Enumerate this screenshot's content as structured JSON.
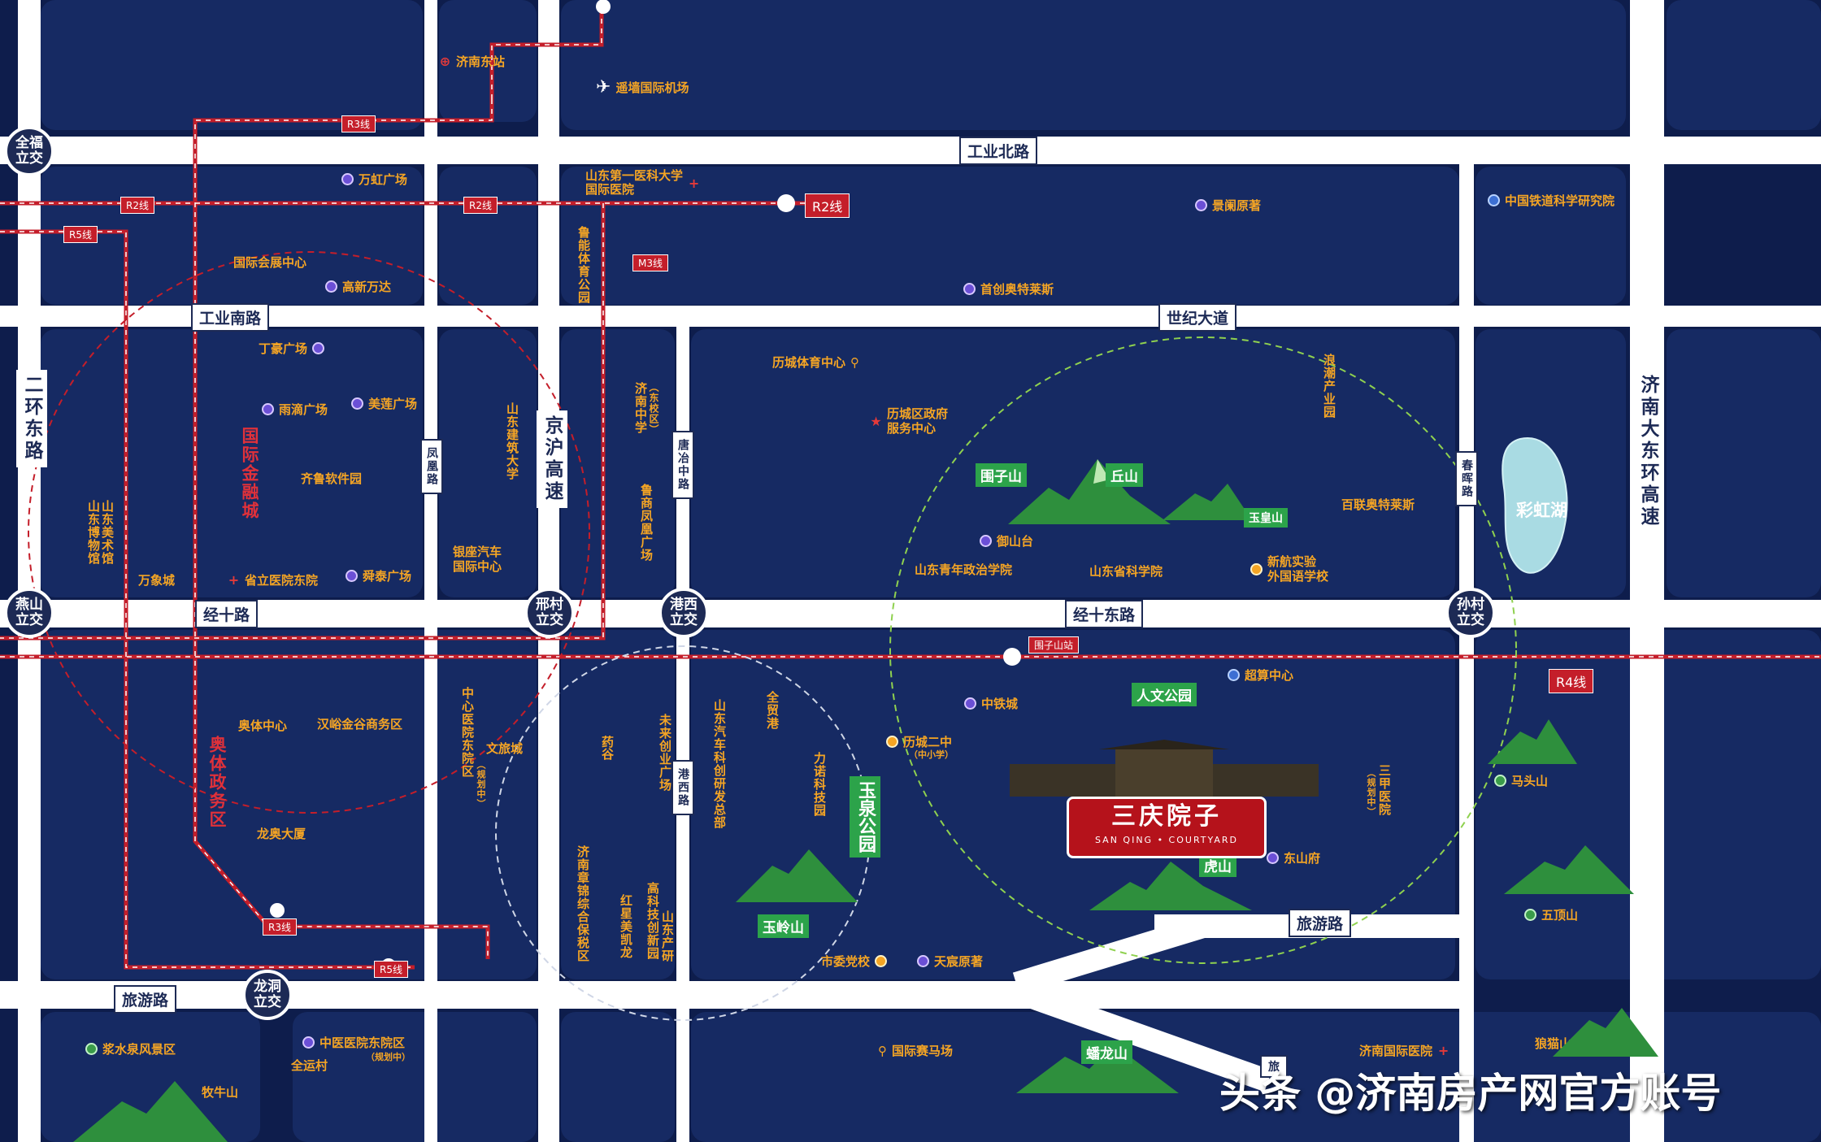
{
  "roads": {
    "gongye_bei": "工业北路",
    "gongye_nan": "工业南路",
    "shiji": "世纪大道",
    "jingshi": "经十路",
    "jingshi_dong": "经十东路",
    "lvyou_w": "旅游路",
    "lvyou_e": "旅游路",
    "lvyou_bottom": "旅",
    "erhuan_dong": "二环东路",
    "jinghu": "京沪高速",
    "jinan_dadong": "济南大东环高速",
    "fenghuang": "凤凰路",
    "tangzhi_zhong": "唐冶中路",
    "tangzhi_xi": "港西路",
    "chunhui": "春晖路"
  },
  "nodes": {
    "quanfu": "全福\n立交",
    "yanshan": "燕山\n立交",
    "xingcun": "邢村\n立交",
    "gangxi": "港西\n立交",
    "suncun": "孙村\n立交",
    "longdong": "龙洞\n立交"
  },
  "metro": {
    "r3_top": "R3线",
    "r2_a": "R2线",
    "r2_b": "R2线",
    "r2_main": "R2线",
    "r5_top": "R5线",
    "m3": "M3线",
    "r3_bottom": "R3线",
    "r5_bottom": "R5线",
    "weizishan": "围子山站",
    "r4": "R4线"
  },
  "pois": {
    "jinan_east": "济南东站",
    "airport": "遥墙国际机场",
    "wanhong": "万虹广场",
    "yida_hosp": "山东第一医科大学\n国际医院",
    "exhibition": "国际会展中心",
    "gaoxin_wanda": "高新万达",
    "dinghao": "丁豪广场",
    "yudi": "雨滴广场",
    "meilian": "美莲广场",
    "qilu_soft": "齐鲁软件园",
    "wanxiang": "万象城",
    "provincial_hosp": "省立医院东院",
    "shuntai": "舜泰广场",
    "yinzuo_auto": "银座汽车\n国际中心",
    "jinghu_gov": "景阑原著",
    "shouchuang_outlets": "首创奥特莱斯",
    "railway_inst": "中国铁道科学研究院",
    "licheng_sports": "历城体育中心",
    "licheng_gov": "历城区政府\n服务中心",
    "yushan_tai": "御山台",
    "youth_college": "山东青年政治学院",
    "sd_academy": "山东省科学院",
    "xinhang": "新航实验\n外国语学校",
    "bailian": "百联奥特莱斯",
    "aoti": "奥体中心",
    "hanyu": "汉峪金谷商务区",
    "longao": "龙奥大厦",
    "wenlv": "文旅城",
    "yaogu": "药谷",
    "zhongtiecheng": "中铁城",
    "chaosuan": "超算中心",
    "licheng2": "历城二中",
    "licheng2_sub": "（中小学）",
    "dongshan": "东山府",
    "matou": "马头山",
    "wuding": "五顶山",
    "shiwei_school": "市委党校",
    "tianchen": "天宸原著",
    "intl_racecourse": "国际赛马场",
    "jinan_intl_hosp": "济南国际医院",
    "langmao": "狼猫山水库",
    "jiangshui": "浆水泉风景区",
    "quanyun": "全运村",
    "zhongyi_hosp": "中医医院东院区",
    "zhongyi_sub": "（规划中）",
    "niuniu": "牧牛山"
  },
  "vertical_pois": {
    "lueneng": "鲁能体育公园",
    "jinan_middle": "济南中学",
    "jinan_middle_sub": "（东校区）",
    "luShang": "鲁商凤凰广场",
    "sd_jianda": "山东建筑大学",
    "museum": "山东博物馆",
    "art_museum": "山东美术馆",
    "langchao": "浪潮产业园",
    "zhongxin_hosp": "中心医院东院区",
    "zhongxin_sub": "（规划中）",
    "weilai": "未来创业广场",
    "sd_auto": "山东汽车科创研发总部",
    "quanmao": "全贸港",
    "linuo": "力诺科技园",
    "zhangjin": "济南章锦综合保税区",
    "hongxing": "红星美凯龙",
    "sd_keji": "高科技创新园",
    "sd_keji2": "山东产研",
    "sanjia": "三甲医院",
    "sanjia_sub": "（规划中）"
  },
  "zones": {
    "intl_finance": "国际金融城",
    "aoti_zone": "奥体政务区"
  },
  "parks": {
    "weizishan": "围子山",
    "qiushan": "丘山",
    "yuhuang": "玉皇山",
    "renwen": "人文公园",
    "yuquan": "玉泉公园",
    "huashan": "虎山",
    "yuling": "玉岭山",
    "panlong": "蟠龙山"
  },
  "lake": "彩虹湖",
  "project": {
    "name_cn": "三庆院子",
    "name_en": "SAN QING • COURTYARD"
  },
  "watermark": "头条 @济南房产网官方账号",
  "colors": {
    "background": "#0e1d4c",
    "block": "#162a63",
    "road": "#ffffff",
    "metro": "#c41e2a",
    "poi_text": "#f5a524",
    "park": "#2ca34a"
  }
}
